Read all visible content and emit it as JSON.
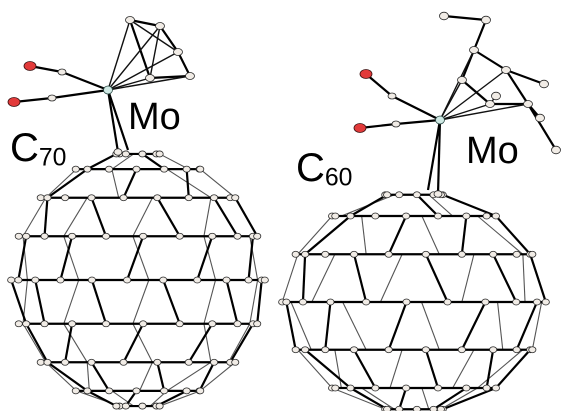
{
  "labels": {
    "left_metal": "Mo",
    "left_cage_base": "C",
    "left_cage_sub": "70",
    "right_metal": "Mo",
    "right_cage_base": "C",
    "right_cage_sub": "60"
  },
  "colors": {
    "bond": "#111111",
    "carbon_atom": "#f1ece6",
    "oxygen_atom": "#e23a3a",
    "molybdenum_atom": "#cfe9e4"
  }
}
